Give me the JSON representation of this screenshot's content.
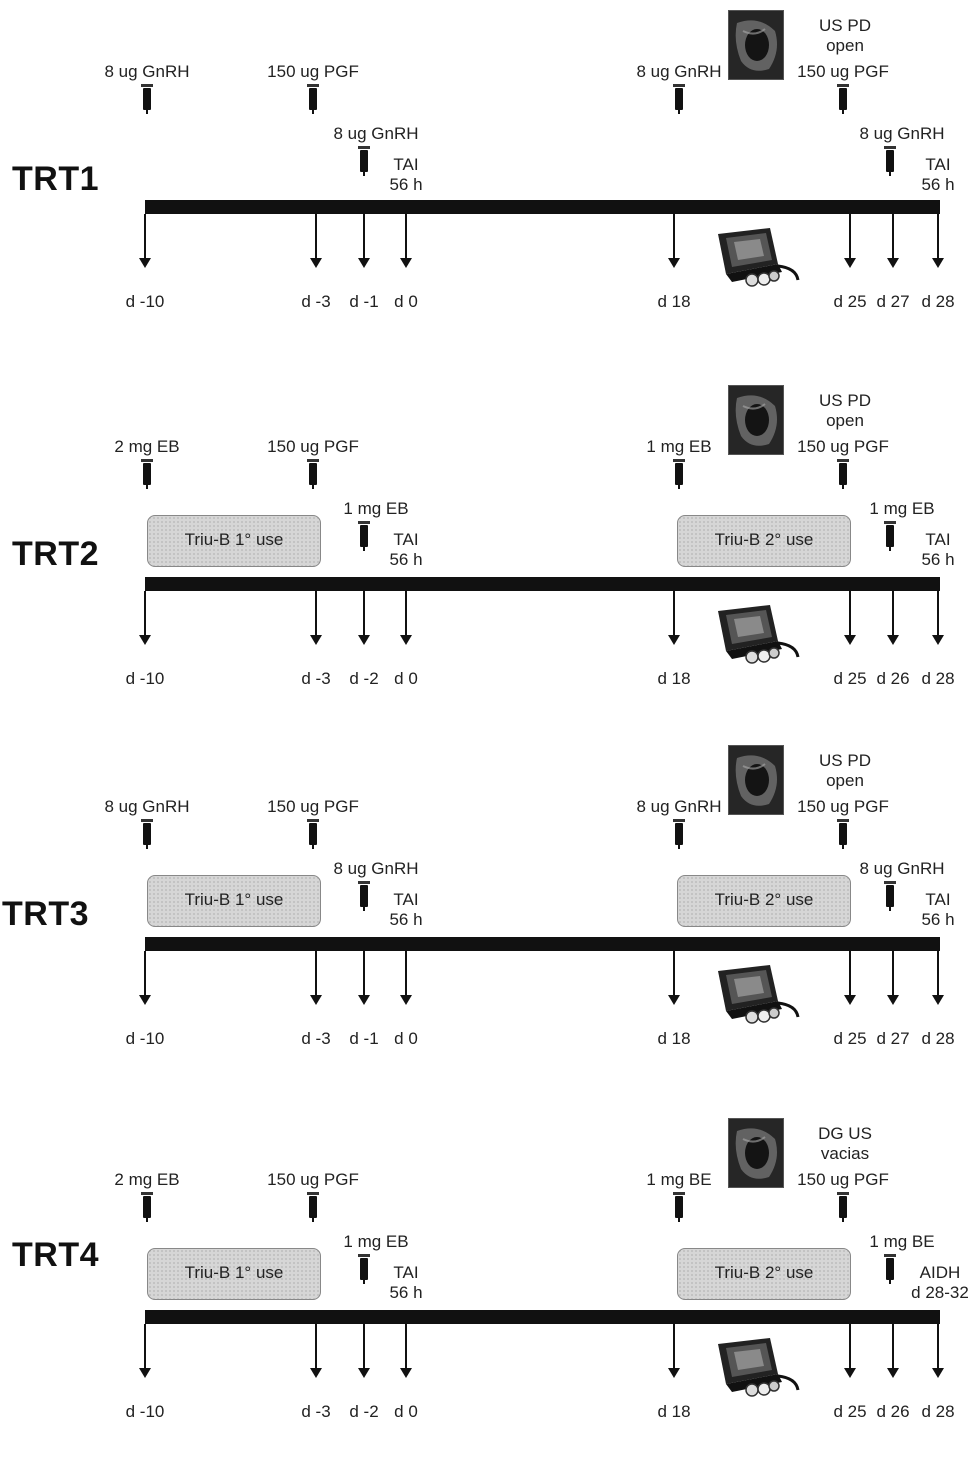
{
  "common": {
    "ultrasound_image_icon": "ultrasound-scan-icon",
    "scanner_icon": "ultrasound-scanner-icon",
    "syringe_icon": "syringe-icon"
  },
  "panels": [
    {
      "id": "trt1",
      "label": "TRT1",
      "injections": {
        "i1": "8 ug GnRH",
        "i2": "150 ug PGF",
        "i3": "8 ug GnRH",
        "i4": "8 ug GnRH",
        "i5": "150 ug PGF",
        "i6": "8 ug GnRH"
      },
      "tai_left": [
        "TAI",
        "56 h"
      ],
      "tai_right": [
        "TAI",
        "56 h"
      ],
      "us_note": [
        "US PD",
        "open"
      ],
      "device": null,
      "days": [
        "d -10",
        "d -3",
        "d -1",
        "d 0",
        "d 18",
        "d 25",
        "d 27",
        "d 28"
      ]
    },
    {
      "id": "trt2",
      "label": "TRT2",
      "injections": {
        "i1": "2 mg EB",
        "i2": "150 ug PGF",
        "i3": "1 mg EB",
        "i4": "1 mg EB",
        "i5": "150 ug PGF",
        "i6": "1 mg EB"
      },
      "tai_left": [
        "TAI",
        "56 h"
      ],
      "tai_right": [
        "TAI",
        "56 h"
      ],
      "us_note": [
        "US PD",
        "open"
      ],
      "device": [
        "Triu-B 1° use",
        "Triu-B 2° use"
      ],
      "days": [
        "d -10",
        "d -3",
        "d -2",
        "d 0",
        "d 18",
        "d 25",
        "d 26",
        "d 28"
      ]
    },
    {
      "id": "trt3",
      "label": "TRT3",
      "injections": {
        "i1": "8 ug GnRH",
        "i2": "150 ug PGF",
        "i3": "8 ug GnRH",
        "i4": "8 ug GnRH",
        "i5": "150 ug PGF",
        "i6": "8 ug GnRH"
      },
      "tai_left": [
        "TAI",
        "56 h"
      ],
      "tai_right": [
        "TAI",
        "56 h"
      ],
      "us_note": [
        "US PD",
        "open"
      ],
      "device": [
        "Triu-B 1° use",
        "Triu-B 2° use"
      ],
      "days": [
        "d -10",
        "d -3",
        "d -1",
        "d 0",
        "d 18",
        "d 25",
        "d 27",
        "d 28"
      ]
    },
    {
      "id": "trt4",
      "label": "TRT4",
      "injections": {
        "i1": "2 mg EB",
        "i2": "150 ug PGF",
        "i3": "1 mg EB",
        "i4": "1 mg BE",
        "i5": "150 ug PGF",
        "i6": "1 mg BE"
      },
      "tai_left": [
        "TAI",
        "56 h"
      ],
      "tai_right": [
        "AIDH",
        "d 28-32"
      ],
      "us_note": [
        "DG US",
        "vacias"
      ],
      "device": [
        "Triu-B 1° use",
        "Triu-B 2° use"
      ],
      "days": [
        "d -10",
        "d -3",
        "d -2",
        "d 0",
        "d 18",
        "d 25",
        "d 26",
        "d 28"
      ]
    }
  ]
}
